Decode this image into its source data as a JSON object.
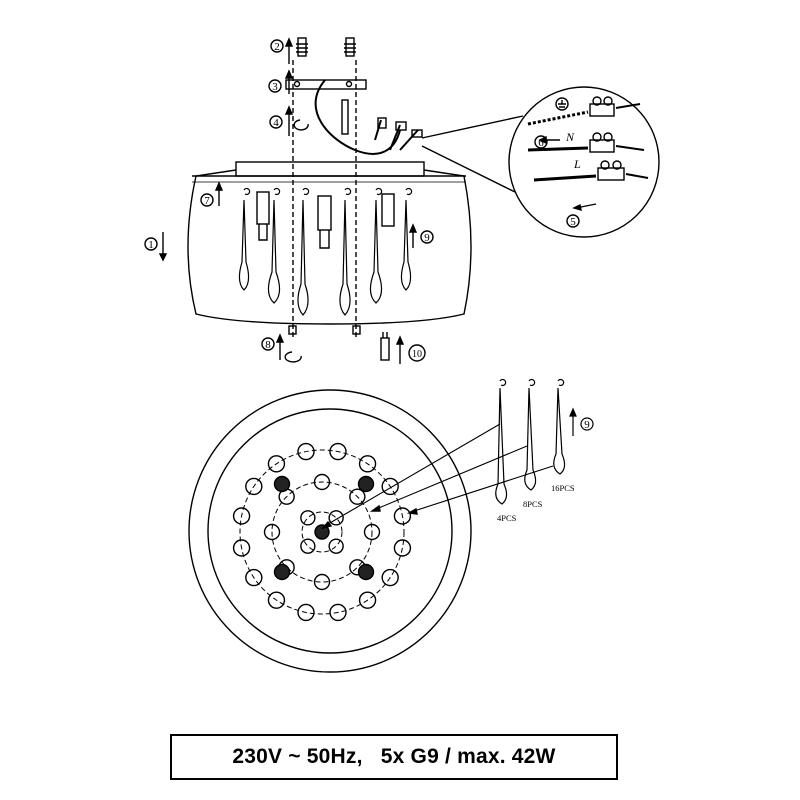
{
  "steps": {
    "s1": "1",
    "s2": "2",
    "s3": "3",
    "s4": "4",
    "s5": "5",
    "s6": "6",
    "s7": "7",
    "s8": "8",
    "s9": "9",
    "s10": "10",
    "s9b": "9"
  },
  "terminals": {
    "earth": "",
    "neutral": "N",
    "live": "L"
  },
  "pendants": {
    "short": "4PCS",
    "medium": "8PCS",
    "long": "16PCS"
  },
  "spec": "230V ~ 50Hz,   5x G9 / max. 42W"
}
